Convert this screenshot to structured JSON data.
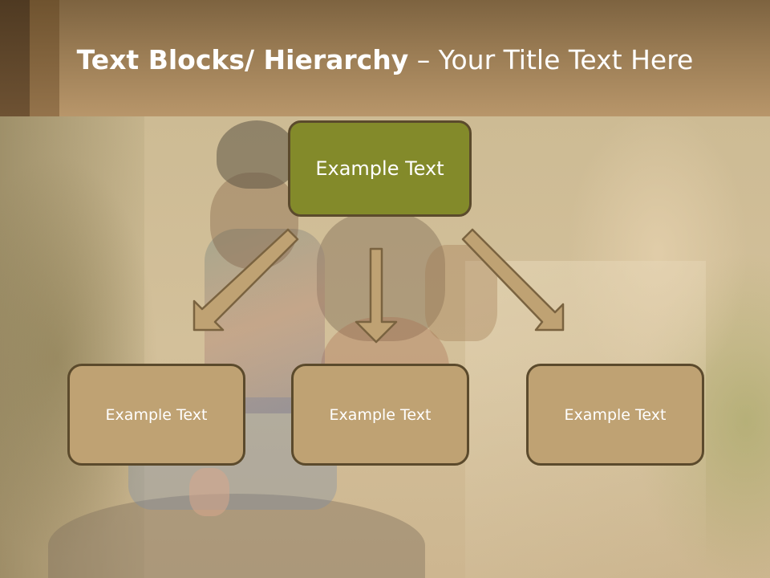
{
  "header": {
    "title_bold": "Text Blocks/ Hierarchy",
    "title_rest": " – Your Title Text Here"
  },
  "diagram": {
    "root": {
      "label": "Example Text"
    },
    "children": [
      {
        "label": "Example Text"
      },
      {
        "label": "Example Text"
      },
      {
        "label": "Example Text"
      }
    ]
  },
  "colors": {
    "root_fill": "#838a2a",
    "child_fill": "#bfa273",
    "box_border": "#5b4a2c",
    "arrow_fill": "#bfa273",
    "header_brown": "#9a7c54"
  }
}
